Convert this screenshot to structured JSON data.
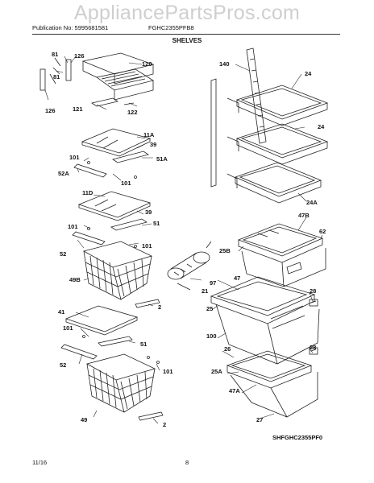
{
  "watermark": "AppliancePartsPros.com",
  "header": {
    "publication": "Publication No: 5995681581",
    "model": "FGHC2355PFB8"
  },
  "section_title": "SHELVES",
  "part_labels": {
    "p81a": "81",
    "p126a": "126",
    "p120": "120",
    "p81b": "81",
    "p126b": "126",
    "p121": "121",
    "p122": "122",
    "p11a": "11A",
    "p39a": "39",
    "p101a": "101",
    "p51a": "51A",
    "p52a": "52A",
    "p101b": "101",
    "p11d": "11D",
    "p39b": "39",
    "p101c": "101",
    "p51": "51",
    "p52": "52",
    "p101d": "101",
    "p49b": "49B",
    "p2a": "2",
    "p41": "41",
    "p101e": "101",
    "p51b": "51",
    "p52b": "52",
    "p101f": "101",
    "p49": "49",
    "p2b": "2",
    "p140": "140",
    "p24a": "24",
    "p24b": "24",
    "p24A": "24A",
    "p47b": "47B",
    "p62": "62",
    "p25b": "25B",
    "p97": "97",
    "p21": "21",
    "p47": "47",
    "p28a": "28",
    "p25": "25",
    "p100": "100",
    "p26": "26",
    "p28b": "28",
    "p25a": "25A",
    "p47a": "47A",
    "p27": "27"
  },
  "figure_id": "SHFGHC2355PF0",
  "footer": {
    "date": "11/16",
    "page": "8"
  }
}
